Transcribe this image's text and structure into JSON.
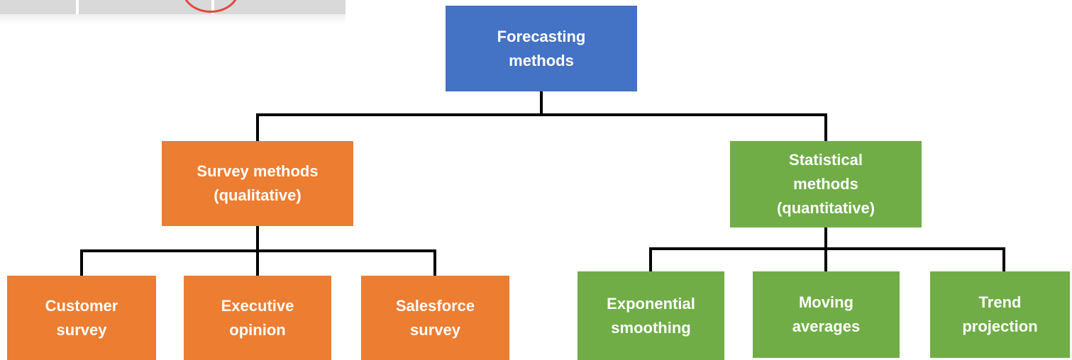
{
  "diagram": {
    "root": {
      "line1": "Forecasting",
      "line2": "methods"
    },
    "survey": {
      "line1": "Survey methods",
      "line2": "(qualitative)"
    },
    "statistical": {
      "line1": "Statistical",
      "line2": "methods",
      "line3": "(quantitative)"
    },
    "survey_children": [
      {
        "line1": "Customer",
        "line2": "survey"
      },
      {
        "line1": "Executive",
        "line2": "opinion"
      },
      {
        "line1": "Salesforce",
        "line2": "survey"
      }
    ],
    "statistical_children": [
      {
        "line1": "Exponential",
        "line2": "smoothing"
      },
      {
        "line1": "Moving",
        "line2": "averages"
      },
      {
        "line1": "Trend",
        "line2": "projection"
      }
    ]
  },
  "colors": {
    "root": "#4472c4",
    "survey": "#ed7d31",
    "statistical": "#70ad47",
    "connector": "#000000"
  }
}
